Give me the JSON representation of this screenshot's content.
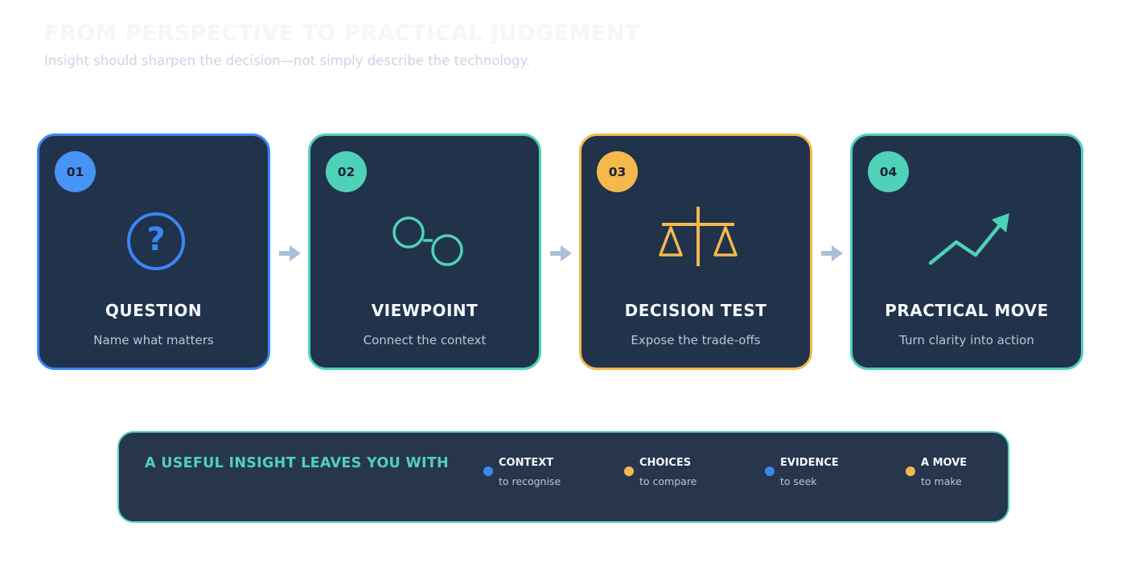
{
  "header": {
    "title": "FROM PERSPECTIVE TO PRACTICAL JUDGEMENT",
    "subtitle": "Insight should sharpen the decision—not simply describe the technology."
  },
  "colors": {
    "blue": "#3a86f4",
    "teal": "#4fd1b8",
    "amber": "#f5b84d",
    "card_bg": "#21324b",
    "arrow": "#a9c0d8"
  },
  "steps": [
    {
      "number": "01",
      "title": "QUESTION",
      "description": "Name what matters",
      "accent": "blue",
      "icon": "question-icon"
    },
    {
      "number": "02",
      "title": "VIEWPOINT",
      "description": "Connect the context",
      "accent": "teal",
      "icon": "linked-circles-icon"
    },
    {
      "number": "03",
      "title": "DECISION TEST",
      "description": "Expose the trade-offs",
      "accent": "amber",
      "icon": "balance-scale-icon"
    },
    {
      "number": "04",
      "title": "PRACTICAL MOVE",
      "description": "Turn clarity into action",
      "accent": "teal",
      "icon": "trend-up-icon"
    }
  ],
  "summary": {
    "heading": "A USEFUL INSIGHT LEAVES YOU WITH",
    "items": [
      {
        "label": "CONTEXT",
        "sub": "to recognise",
        "accent": "blue"
      },
      {
        "label": "CHOICES",
        "sub": "to compare",
        "accent": "amber"
      },
      {
        "label": "EVIDENCE",
        "sub": "to seek",
        "accent": "blue"
      },
      {
        "label": "A MOVE",
        "sub": "to make",
        "accent": "amber"
      }
    ]
  }
}
